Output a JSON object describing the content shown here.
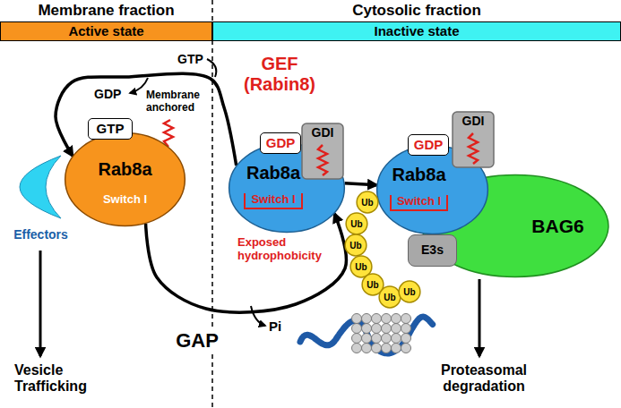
{
  "diagram": {
    "nodes": [
      {
        "text": [
          "Active state"
        ]
      },
      {
        "text": [
          "Inactive state"
        ]
      },
      {
        "text": [
          "GTP"
        ]
      },
      {
        "text": [
          "Rab8a",
          "Switch I"
        ]
      },
      {
        "text": [
          "Effectors"
        ]
      },
      {
        "text": [
          "GDP"
        ]
      },
      {
        "text": [
          "GDI"
        ]
      },
      {
        "text": [
          "Rab8a",
          "Switch I"
        ]
      },
      {
        "text": [
          "GDP"
        ]
      },
      {
        "text": [
          "GDI"
        ]
      },
      {
        "text": [
          "BAG6"
        ]
      },
      {
        "text": [
          "Rab8a",
          "Switch I"
        ]
      },
      {
        "text": [
          "Ub"
        ]
      },
      {
        "text": [
          "Ub"
        ]
      },
      {
        "text": [
          "Ub"
        ]
      },
      {
        "text": [
          "Ub"
        ]
      },
      {
        "text": [
          "Ub"
        ]
      },
      {
        "text": [
          "Ub"
        ]
      },
      {
        "text": [
          "Ub"
        ]
      },
      {
        "text": [
          "E3s"
        ]
      }
    ],
    "edges": [
      {
        "from": 7,
        "to": 3,
        "arrow": "to",
        "label": "GEF (Rabin8)"
      },
      {
        "from": 3,
        "to": 7,
        "arrow": "to",
        "label": "GAP"
      },
      {
        "from": 7,
        "to": 11,
        "arrow": "to"
      }
    ],
    "labels": [
      "Membrane fraction",
      "Cytosolic fraction",
      "GDP",
      "GTP",
      "Membrane anchored",
      "Exposed hydrophobicity",
      "Pi",
      "Vesicle Trafficking",
      "Proteasomal degradation"
    ]
  }
}
